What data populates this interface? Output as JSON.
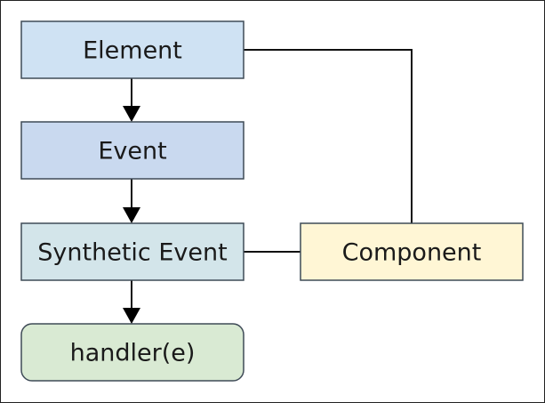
{
  "diagram": {
    "nodes": {
      "element": {
        "label": "Element",
        "fill": "#cfe2f3"
      },
      "event": {
        "label": "Event",
        "fill": "#c9d9ef"
      },
      "synthetic_event": {
        "label": "Synthetic Event",
        "fill": "#d3e5ea"
      },
      "handler": {
        "label": "handler(e)",
        "fill": "#d9ead3"
      },
      "component": {
        "label": "Component",
        "fill": "#fff6d5"
      }
    },
    "edges": [
      {
        "from": "Element",
        "to": "Event",
        "type": "arrow"
      },
      {
        "from": "Event",
        "to": "Synthetic Event",
        "type": "arrow"
      },
      {
        "from": "Synthetic Event",
        "to": "handler(e)",
        "type": "arrow"
      },
      {
        "from": "Element",
        "to": "Component",
        "type": "line"
      },
      {
        "from": "Synthetic Event",
        "to": "Component",
        "type": "line"
      }
    ]
  }
}
